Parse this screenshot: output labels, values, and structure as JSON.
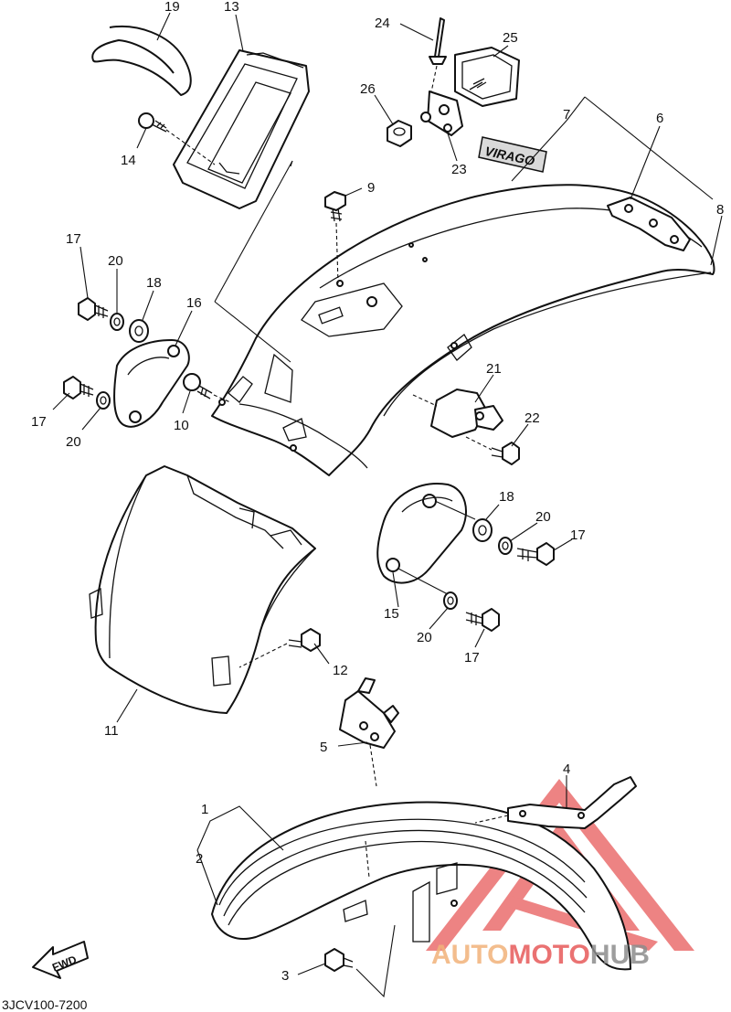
{
  "diagram": {
    "callouts": [
      "1",
      "2",
      "3",
      "4",
      "5",
      "6",
      "7",
      "8",
      "9",
      "10",
      "11",
      "12",
      "13",
      "14",
      "15",
      "16",
      "17",
      "18",
      "19",
      "20",
      "21",
      "22",
      "23",
      "24",
      "25",
      "26"
    ],
    "callout_17_b": "17",
    "callout_17_c": "17",
    "callout_17_d": "17",
    "callout_18_b": "18",
    "callout_20_b": "20",
    "callout_20_c": "20",
    "callout_20_d": "20",
    "fwd_label": "FWD",
    "decal_text": "VIRAGO",
    "diagram_code": "3JCV100-7200"
  },
  "watermark": {
    "part1": "AUTO",
    "part2": "MOTO",
    "part3": "HUB",
    "color_auto": "#f2b27a",
    "color_moto": "#e75a5a",
    "color_hub": "#8c8c8c"
  }
}
